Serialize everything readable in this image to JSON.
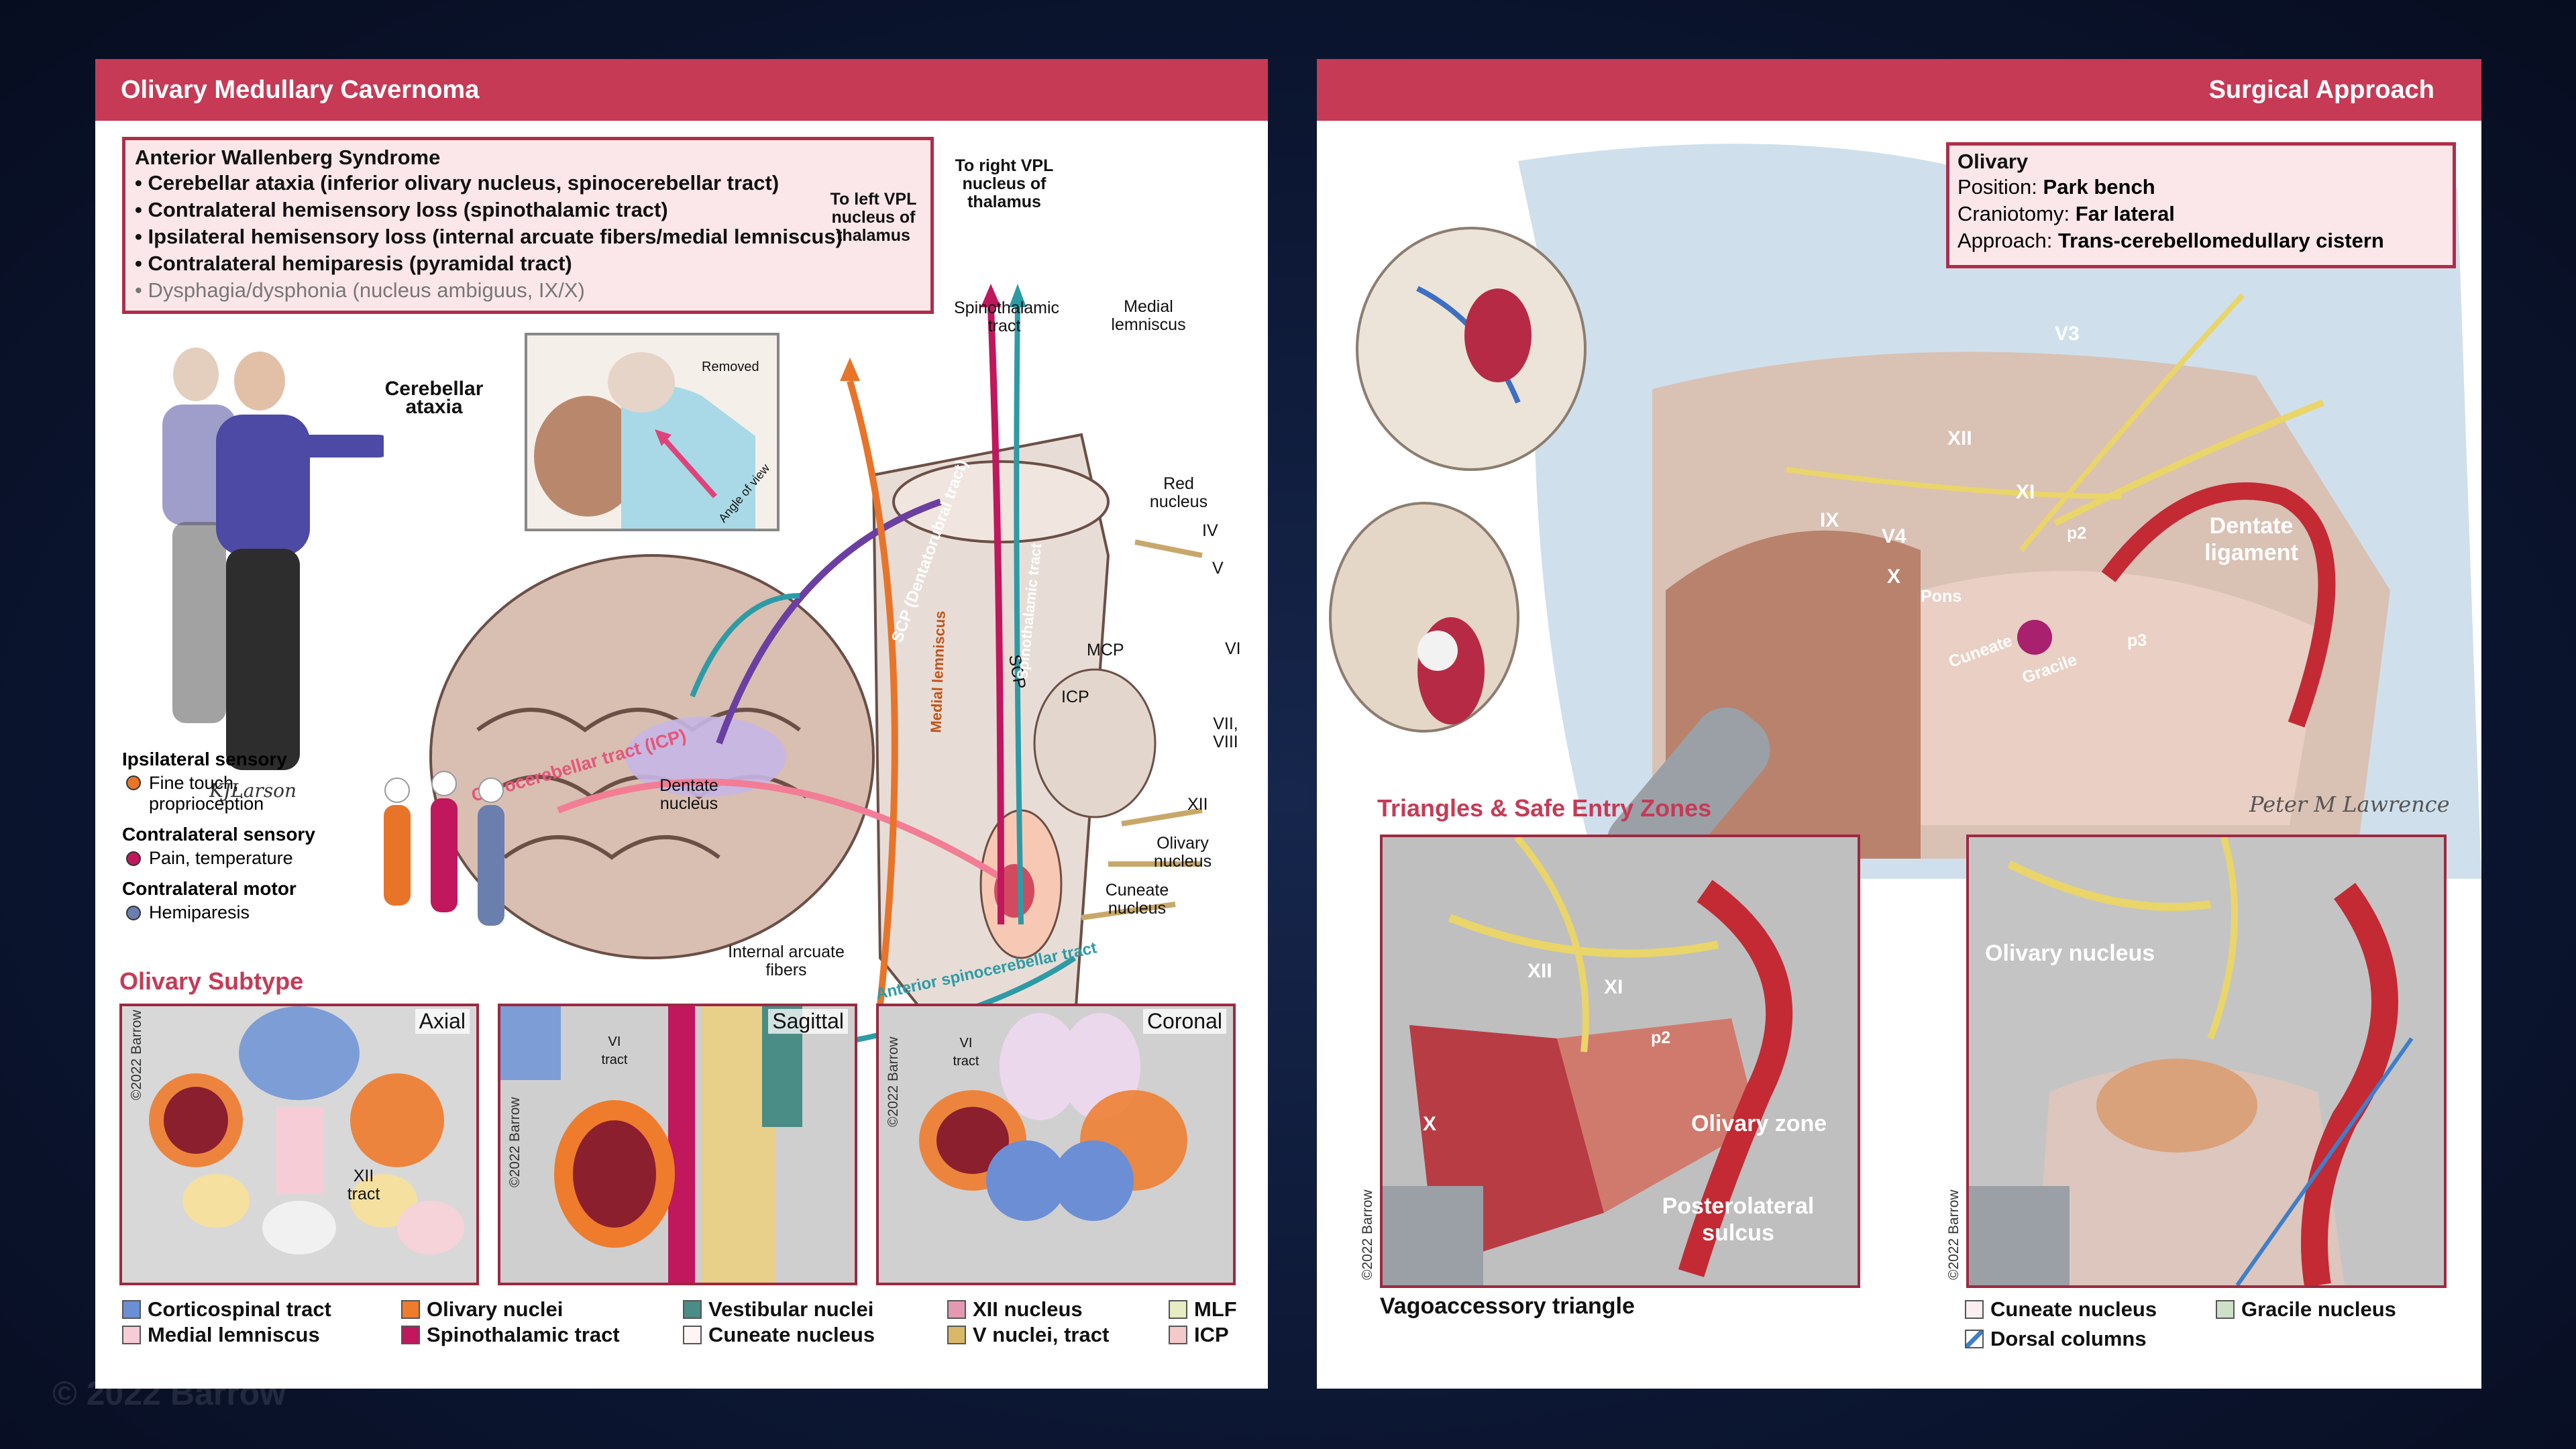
{
  "left": {
    "title": "Olivary Medullary Cavernoma",
    "syndrome": {
      "title": "Anterior Wallenberg Syndrome",
      "items": [
        "• Cerebellar ataxia (inferior olivary nucleus, spinocerebellar tract)",
        "• Contralateral hemisensory loss (spinothalamic tract)",
        "• Ipsilateral hemisensory loss (internal arcuate fibers/medial lemniscus)",
        "• Contralateral hemiparesis (pyramidal tract)",
        "• Dysphagia/dysphonia (nucleus ambiguus, IX/X)"
      ]
    },
    "cerebellar_ataxia": "Cerebellar ataxia",
    "inset_labels": {
      "removed": "Removed",
      "angle": "Angle of view"
    },
    "diagram_labels": {
      "to_left_vpl": "To left VPL nucleus of thalamus",
      "to_right_vpl": "To right VPL nucleus of thalamus",
      "spinothalamic_tract": "Spinothalamic tract",
      "medial_lemniscus_top": "Medial lemniscus",
      "red_nucleus": "Red nucleus",
      "iv": "IV",
      "v": "V",
      "vi": "VI",
      "vii_viii": "VII, VIII",
      "xii": "XII",
      "mcp": "MCP",
      "scp": "SCP",
      "icp": "ICP",
      "dentate_nucleus": "Dentate nucleus",
      "olivary_nucleus": "Olivary nucleus",
      "cuneate_nucleus": "Cuneate nucleus",
      "internal_arcuate": "Internal arcuate fibers",
      "olivocerebellar": "Olivocerebellar tract (ICP)",
      "dentatorubral": "SCP (Dentatorubral tract)",
      "medial_lemniscus_vert": "Medial lemniscus",
      "spinothalamic_vert": "Spinothalamic tract",
      "anterior_spinocerebellar": "Anterior spinocerebellar tract"
    },
    "sensory_legend": [
      {
        "heading": "Ipsilateral sensory",
        "item": "Fine touch, proprioception",
        "color": "#e8742a"
      },
      {
        "heading": "Contralateral sensory",
        "item": "Pain, temperature",
        "color": "#c0175d"
      },
      {
        "heading": "Contralateral motor",
        "item": "Hemiparesis",
        "color": "#6a7fae"
      }
    ],
    "subtype_title": "Olivary Subtype",
    "views": {
      "axial": "Axial",
      "sagittal": "Sagittal",
      "coronal": "Coronal"
    },
    "view_labels": {
      "xii_tract": "XII tract",
      "vi_tract_1": "VI tract",
      "vi_tract_2": "VI tract"
    },
    "copyright": "©2022 Barrow",
    "tract_legend": [
      {
        "label": "Corticospinal tract",
        "color": "#6c8ed4"
      },
      {
        "label": "Medial lemniscus",
        "color": "#f6cdd6"
      },
      {
        "label": "Olivary nuclei",
        "color": "#ef7b2c"
      },
      {
        "label": "Spinothalamic tract",
        "color": "#c0175d"
      },
      {
        "label": "Vestibular nuclei",
        "color": "#4a8c86"
      },
      {
        "label": "Cuneate nucleus",
        "color": "#fff4f4"
      },
      {
        "label": "XII nucleus",
        "color": "#e39ab0"
      },
      {
        "label": "V nuclei, tract",
        "color": "#d9b867"
      },
      {
        "label": "MLF",
        "color": "#e7ecc2"
      },
      {
        "label": "ICP",
        "color": "#f3c9c9"
      }
    ]
  },
  "right": {
    "title": "Surgical Approach",
    "approach": {
      "title": "Olivary",
      "rows": [
        {
          "k": "Position:",
          "v": "Park bench"
        },
        {
          "k": "Craniotomy:",
          "v": "Far lateral"
        },
        {
          "k": "Approach:",
          "v": "Trans-cerebellomedullary cistern"
        }
      ]
    },
    "nerve_labels": {
      "v3": "V3",
      "xii": "XII",
      "xi": "XI",
      "ix": "IX",
      "v4": "V4",
      "x": "X",
      "pons": "Pons",
      "p2": "p2",
      "p3": "p3",
      "cuneate": "Cuneate",
      "gracile": "Gracile",
      "dentate_ligament": "Dentate ligament"
    },
    "signature": "Peter M Lawrence",
    "triangles_title": "Triangles & Safe Entry Zones",
    "tri_labels": {
      "xii": "XII",
      "xi": "XI",
      "p2": "p2",
      "x": "X",
      "olivary_zone": "Olivary zone",
      "posterolateral_sulcus": "Posterolateral sulcus",
      "olivary_nucleus": "Olivary nucleus"
    },
    "vagoaccessory": "Vagoaccessory triangle",
    "copyright": "©2022 Barrow",
    "legend": [
      {
        "label": "Cuneate nucleus",
        "color": "#fbeef0"
      },
      {
        "label": "Gracile nucleus",
        "color": "#cfe0c8"
      },
      {
        "label": "Dorsal columns",
        "color": "#3f7fc9"
      }
    ]
  },
  "watermark": "© 2022 Barrow"
}
